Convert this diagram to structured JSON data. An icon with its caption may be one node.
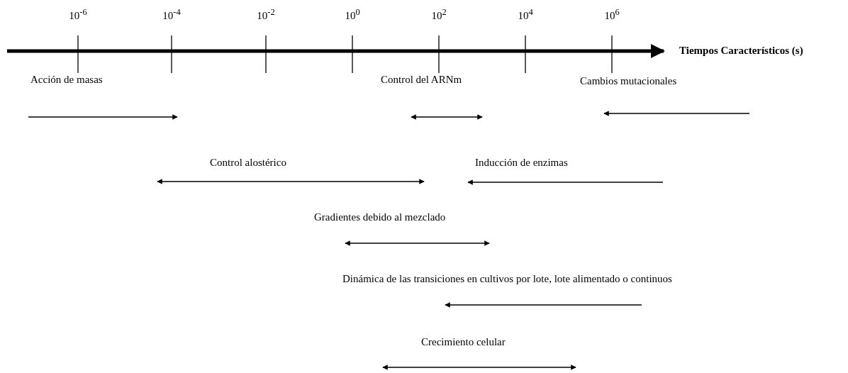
{
  "diagram": {
    "labels": [
      "10$^{-6}$",
      "10$^{-4}$",
      "10$^{-2}$",
      "10$^{0}$",
      "10$^{2}$",
      "10$^{4}$",
      "10$^{6}$",
      "Tiempos Característicos (s)",
      "Acción de masas",
      "Control del ARNm",
      "Cambios mutacionales",
      "Control alostérico",
      "Inducción de enzimas",
      "Gradientes debido al mezclado",
      "Dinámica de las transiciones en cultivos por lote, lote alimentado o continuos",
      "Crecimiento celular"
    ]
  }
}
